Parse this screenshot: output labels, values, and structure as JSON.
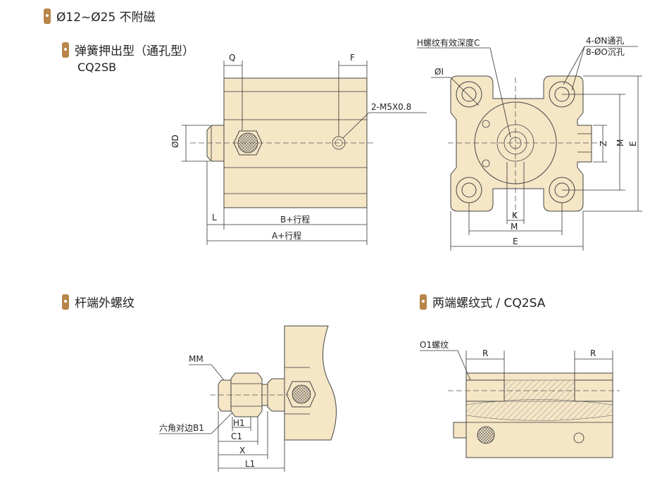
{
  "header": {
    "title": "Ø12~Ø25 不附磁"
  },
  "sections": {
    "spring_extend": {
      "title": "弹簧押出型（通孔型）",
      "model": "CQ2SB"
    },
    "rod_end_male": {
      "title": "杆端外螺纹"
    },
    "both_ends_tapped": {
      "title": "两端螺纹式 / CQ2SA"
    }
  },
  "labels": {
    "q": "Q",
    "f": "F",
    "port": "2-M5X0.8",
    "d": "ØD",
    "l": "L",
    "b_stroke": "B+行程",
    "a_stroke": "A+行程",
    "h_thread": "H螺纹有效深度C",
    "n_hole": "4-ØN通孔",
    "o_counterbore": "8-ØO沉孔",
    "i": "ØI",
    "z": "Z",
    "m_v": "M",
    "e_v": "E",
    "k": "K",
    "m": "M",
    "e": "E",
    "mm": "MM",
    "hex": "六角对边B1",
    "h1": "H1",
    "c1": "C1",
    "x": "X",
    "l1": "L1",
    "o1": "O1螺纹",
    "r_left": "R",
    "r_right": "R"
  },
  "colors": {
    "body_fill": "#f5e6c6",
    "marker": "#b8864a",
    "line": "#333333"
  }
}
